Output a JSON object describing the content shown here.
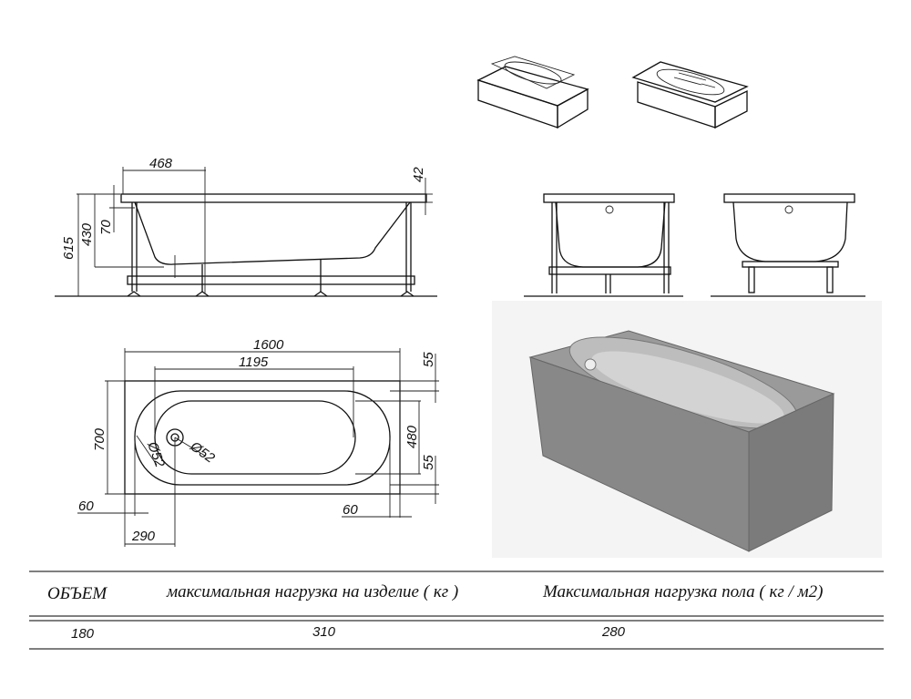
{
  "side_view": {
    "len_468": "468",
    "rim_42": "42",
    "height_615": "615",
    "depth_430": "430",
    "rim_70": "70"
  },
  "plan_view": {
    "length_1600": "1600",
    "inner_1195": "1195",
    "top_55": "55",
    "bottom_55": "55",
    "width_700": "700",
    "inner_480": "480",
    "left_60": "60",
    "right_60": "60",
    "drain_290": "290",
    "drain_dia": "Ø52",
    "overflow_dia": "Ø52"
  },
  "table": {
    "headers": [
      "ОБЪЕМ",
      "максимальная нагрузка на изделие ( кг )",
      "Максимальная нагрузка пола ( кг / м2)"
    ],
    "values": [
      "180",
      "310",
      "280"
    ]
  },
  "colors": {
    "line": "#111111",
    "render_face": "#8a8a8a",
    "render_bg": "#f4f4f4"
  }
}
